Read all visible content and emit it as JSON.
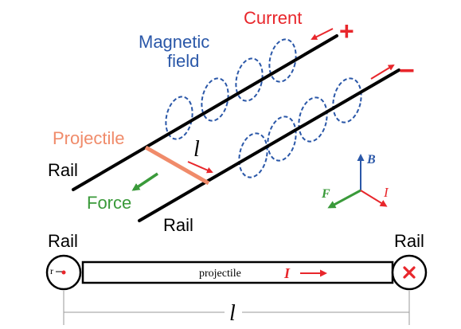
{
  "labels": {
    "current": "Current",
    "plus": "+",
    "minus": "−",
    "magnetic_field_line1": "Magnetic",
    "magnetic_field_line2": "field",
    "projectile_top": "Projectile",
    "length_top": "l",
    "rail_left_top": "Rail",
    "force": "Force",
    "rail_lower_top": "Rail",
    "axis_b": "B",
    "axis_f": "F",
    "axis_i": "I",
    "rail_left_bottom": "Rail",
    "rail_right_bottom": "Rail",
    "radius": "r",
    "projectile_bottom": "projectile",
    "current_i_bottom": "I",
    "length_bottom": "l"
  },
  "colors": {
    "rail": "#000000",
    "current": "#e8262b",
    "magnetic_field": "#2a57a8",
    "projectile": "#f08b6a",
    "force": "#3a9a3a",
    "axis_b": "#2a57a8",
    "axis_f": "#3a9a3a",
    "axis_i": "#e8262b",
    "dimension_line": "#9a9a9a"
  }
}
